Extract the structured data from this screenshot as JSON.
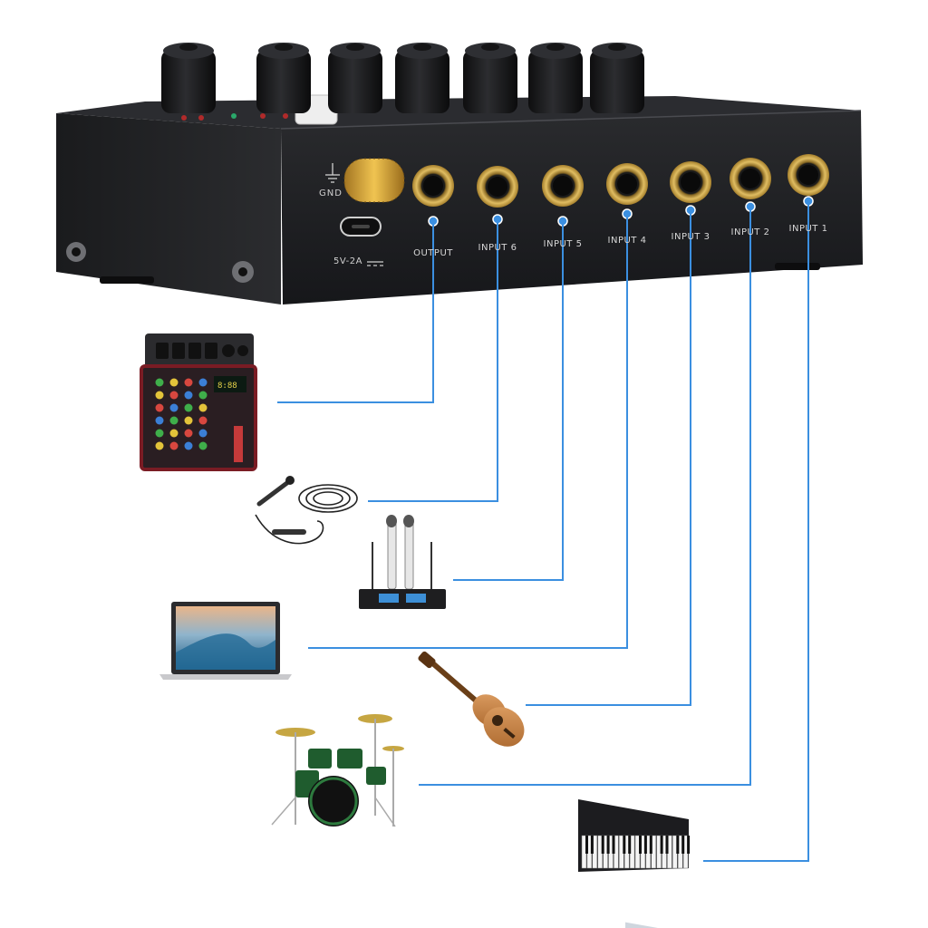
{
  "product": {
    "ground_label": "GND",
    "power_label": "5V-2A",
    "ports": [
      {
        "id": "output",
        "label": "OUTPUT"
      },
      {
        "id": "input6",
        "label": "INPUT 6"
      },
      {
        "id": "input5",
        "label": "INPUT 5"
      },
      {
        "id": "input4",
        "label": "INPUT 4"
      },
      {
        "id": "input3",
        "label": "INPUT 3"
      },
      {
        "id": "input2",
        "label": "INPUT 2"
      },
      {
        "id": "input1",
        "label": "INPUT 1"
      }
    ],
    "knob_count": 7
  },
  "connections": [
    {
      "port": "OUTPUT",
      "device": "audio-mixer"
    },
    {
      "port": "INPUT 6",
      "device": "wired-microphone"
    },
    {
      "port": "INPUT 5",
      "device": "wireless-microphone-system"
    },
    {
      "port": "INPUT 4",
      "device": "laptop"
    },
    {
      "port": "INPUT 3",
      "device": "ukulele"
    },
    {
      "port": "INPUT 2",
      "device": "drum-kit"
    },
    {
      "port": "INPUT 1",
      "device": "keyboard"
    }
  ],
  "colors": {
    "connector_line": "#3b8fe0",
    "device_body": "#1e1f22",
    "jack_gold": "#c9a349"
  }
}
